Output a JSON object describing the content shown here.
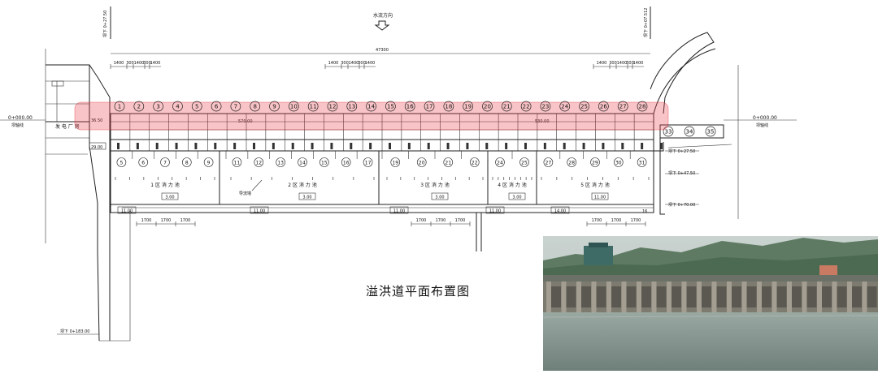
{
  "diagram": {
    "title": "溢洪道平面布置图",
    "flow_direction_label": "水流方向",
    "station_left": "坝下 0+27.50",
    "station_right": "坝下 0+07.512",
    "total_width": "47300",
    "dim_1400": "1400",
    "dim_300": "300",
    "dim_1700": "1700",
    "axis_label_left": "0+000.00",
    "axis_label_right": "0+000.00",
    "axis_name": "坝轴线",
    "powerhouse": "发 电 厂 房",
    "elev_left": "36.50",
    "elev_29": "29.00",
    "crest_elev": "570.00",
    "crest_text": "530.00",
    "gate_numbers": [
      "1",
      "2",
      "3",
      "4",
      "5",
      "6",
      "7",
      "8",
      "9",
      "10",
      "11",
      "12",
      "13",
      "14",
      "15",
      "16",
      "17",
      "18",
      "19",
      "20",
      "21",
      "22",
      "23",
      "24",
      "25",
      "26",
      "27",
      "28"
    ],
    "right_numbers": [
      "33",
      "34",
      "35"
    ],
    "pools": [
      {
        "label": "1 区 消 力 池",
        "elev": "3.00",
        "slots": [
          "5",
          "6",
          "7",
          "8",
          "9"
        ]
      },
      {
        "label": "2 区 消 力 池",
        "elev": "3.00",
        "slots": [
          "11",
          "12",
          "13",
          "14",
          "15",
          "16",
          "17"
        ]
      },
      {
        "label": "3 区 消 力 池",
        "elev": "3.00",
        "slots": [
          "19",
          "20",
          "21",
          "22"
        ]
      },
      {
        "label": "4 区 消 力 池",
        "elev": "3.00",
        "slots": [
          "24",
          "25"
        ]
      },
      {
        "label": "5 区 消 力 池",
        "elev": "11.00",
        "slots": [
          "27",
          "28",
          "29",
          "30",
          "31"
        ]
      }
    ],
    "bottom_elevs": [
      "11.00",
      "11.00",
      "11.00",
      "11.00",
      "14.00"
    ],
    "weir_label": "导流墙",
    "station_27": "坝下 0+27.50",
    "station_47": "坝下 0+47.50",
    "station_70": "坝下 0+70.00",
    "station_183": "坝下 0+183.00",
    "elev_16": "16"
  }
}
